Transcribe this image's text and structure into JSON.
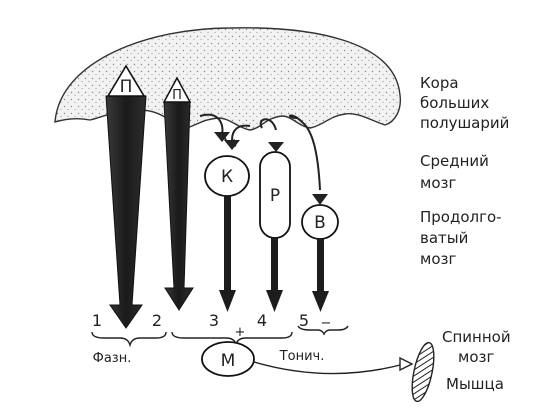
{
  "regions": {
    "cortex": [
      "Кора",
      "больших",
      "полушарий"
    ],
    "midbrain": [
      "Средний",
      "мозг"
    ],
    "medulla": [
      "Продолго-",
      "ватый",
      "мозг"
    ],
    "spinal": [
      "Спинной",
      "мозг"
    ],
    "muscle": "Мышца"
  },
  "nodes": {
    "p1": "П",
    "p2": "П",
    "k": "К",
    "r": "Р",
    "v": "В",
    "m": "М"
  },
  "pathways": [
    "1",
    "2",
    "3",
    "4",
    "5"
  ],
  "groups": {
    "phasic": "Фазн.",
    "tonic": "Тонич.",
    "plus": "+",
    "minus": "−"
  }
}
